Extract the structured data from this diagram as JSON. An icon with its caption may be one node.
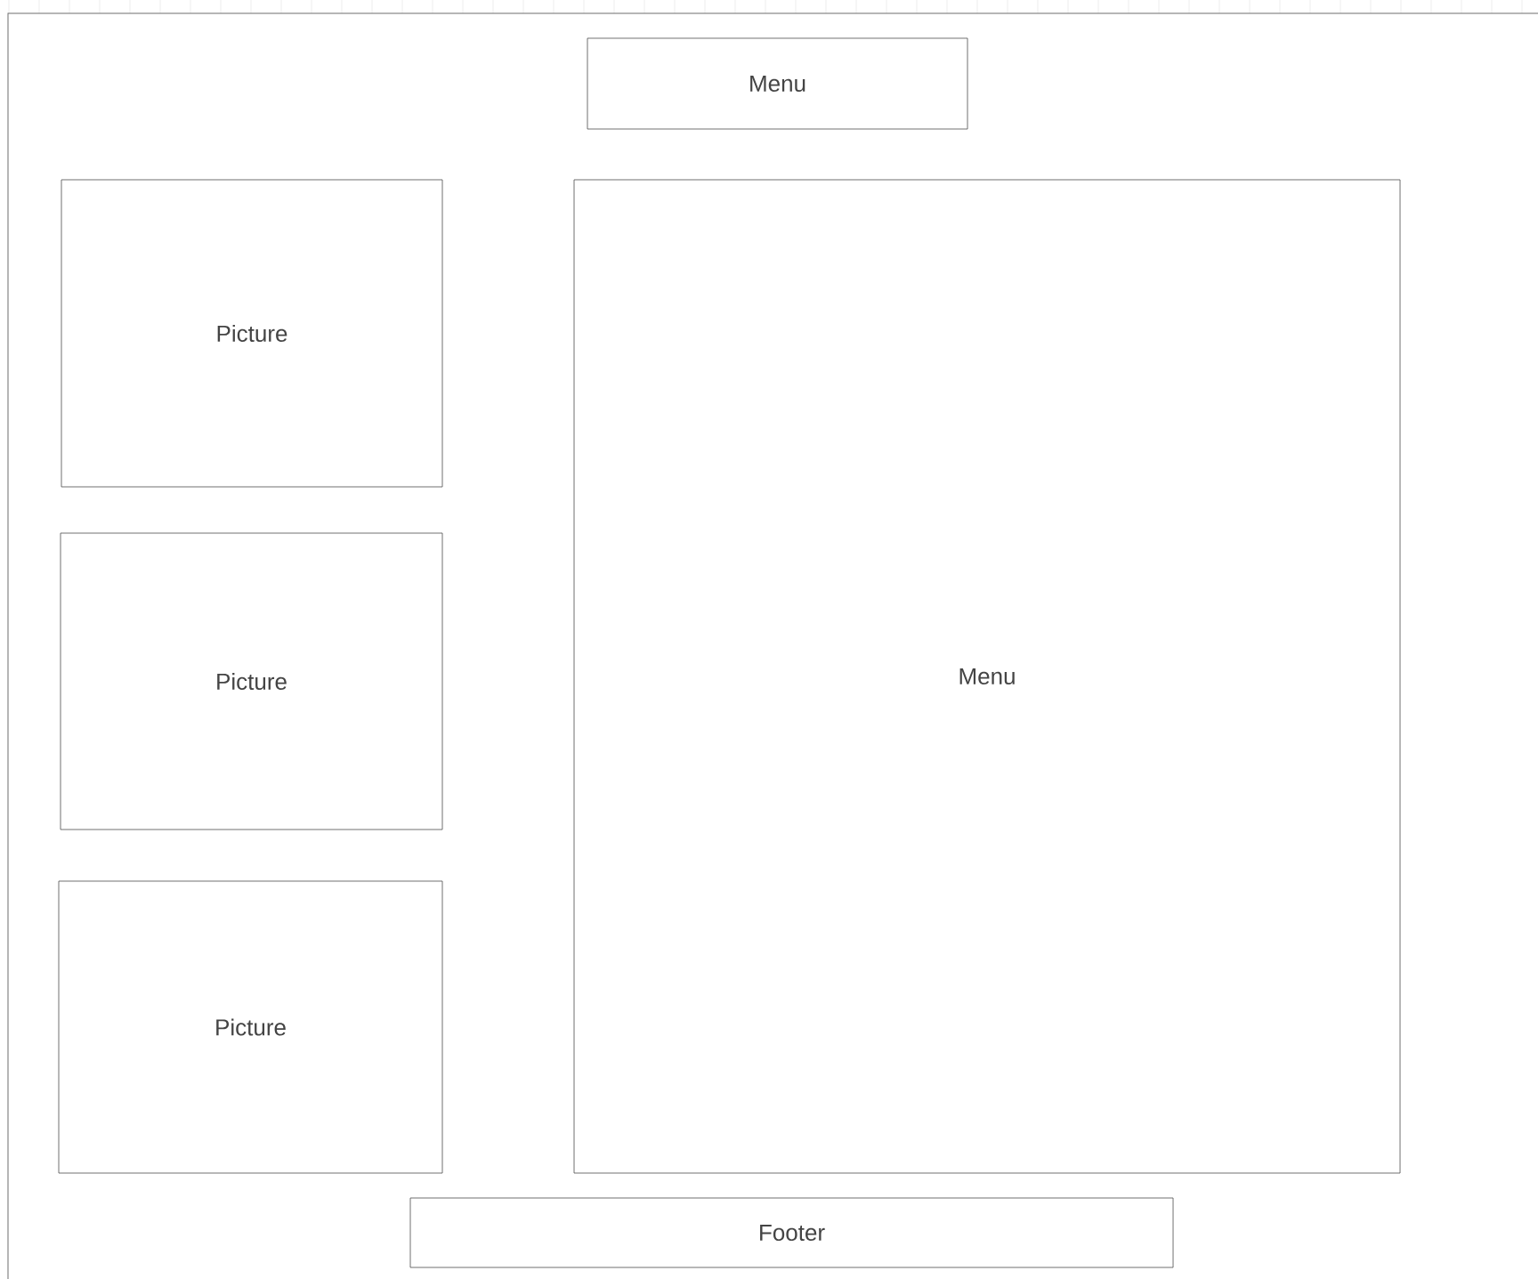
{
  "diagram": {
    "nodes": [
      {
        "text": [
          "Menu"
        ]
      },
      {
        "text": [
          "Picture"
        ]
      },
      {
        "text": [
          "Picture"
        ]
      },
      {
        "text": [
          "Picture"
        ]
      },
      {
        "text": [
          "Menu"
        ]
      },
      {
        "text": [
          "Footer"
        ]
      }
    ]
  }
}
